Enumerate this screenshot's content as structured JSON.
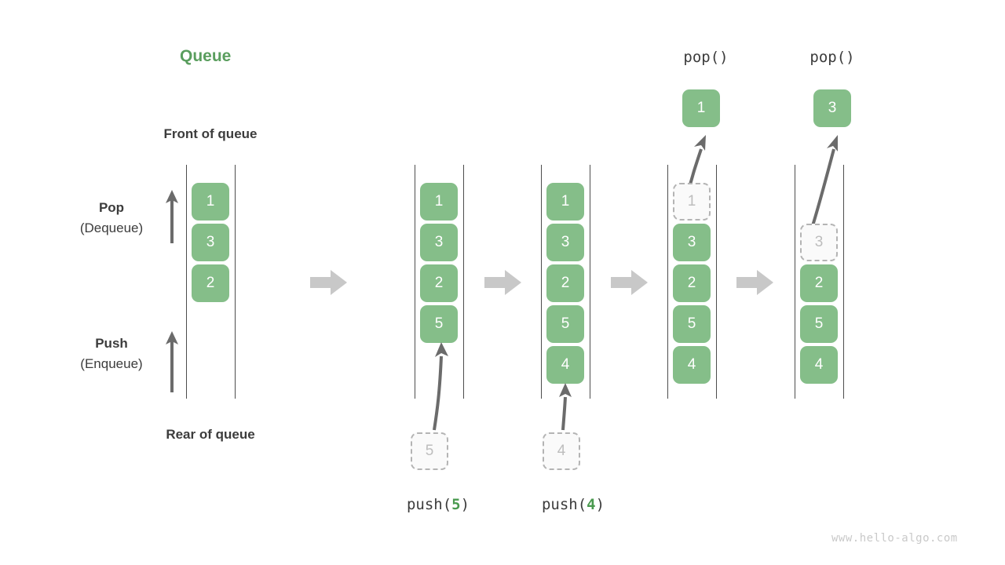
{
  "diagram": {
    "title": "Queue",
    "watermark": "www.hello-algo.com",
    "labels": {
      "front": "Front of queue",
      "rear": "Rear of queue",
      "pop_line1": "Pop",
      "pop_line2": "(Dequeue)",
      "push_line1": "Push",
      "push_line2": "(Enqueue)"
    },
    "colors": {
      "accent_green": "#5a9e5e",
      "cell_green": "#85be89",
      "ghost_border": "#b4b4b4",
      "ghost_text": "#bdbdbd",
      "rail": "#4d4d4d",
      "step_arrow": "#c8c8c8",
      "text": "#3c3c3c",
      "watermark": "#c9c9c9"
    },
    "operations": {
      "push_5": {
        "prefix": "push(",
        "value": "5",
        "suffix": ")"
      },
      "push_4": {
        "prefix": "push(",
        "value": "4",
        "suffix": ")"
      },
      "pop_1": "pop()",
      "pop_2": "pop()"
    },
    "states": [
      {
        "name": "initial",
        "cells": [
          "1",
          "3",
          "2"
        ],
        "ghost": null,
        "incoming": null,
        "popped": null
      },
      {
        "name": "after-push-5",
        "cells": [
          "1",
          "3",
          "2",
          "5"
        ],
        "ghost": null,
        "incoming": "5",
        "popped": null
      },
      {
        "name": "after-push-4",
        "cells": [
          "1",
          "3",
          "2",
          "5",
          "4"
        ],
        "ghost": null,
        "incoming": "4",
        "popped": null
      },
      {
        "name": "after-pop-1",
        "cells": [
          "3",
          "2",
          "5",
          "4"
        ],
        "ghost": "1",
        "incoming": null,
        "popped": "1"
      },
      {
        "name": "after-pop-3",
        "cells": [
          "2",
          "5",
          "4"
        ],
        "ghost": "3",
        "incoming": null,
        "popped": "3"
      }
    ]
  }
}
